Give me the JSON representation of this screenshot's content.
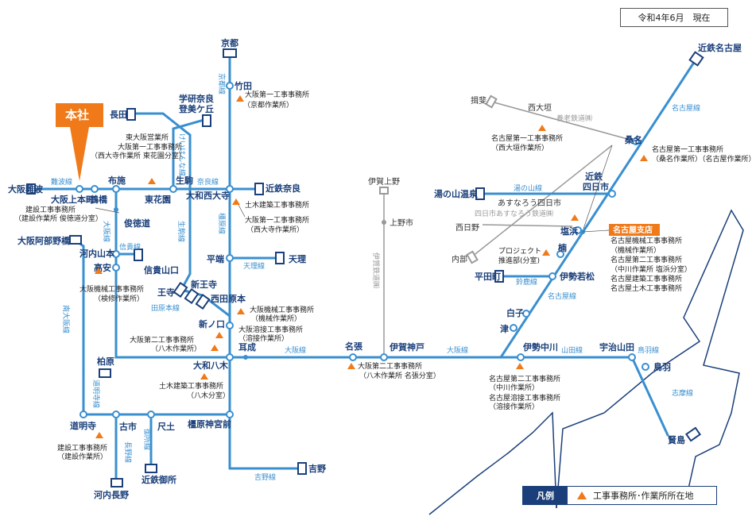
{
  "date": "令和4年6月　現在",
  "headquarters": "本社",
  "nagoya_branch": "名古屋支店",
  "legend": {
    "title": "凡例",
    "label": "工事事務所･作業所所在地"
  },
  "colors": {
    "rail": "#3a8fd0",
    "station": "#1a3f7a",
    "office": "#f07a1a",
    "other": "#999999",
    "coast": "#1a3f7a"
  },
  "stations": {
    "kyoto": "京都",
    "takeda": "竹田",
    "gakken": "学研奈良",
    "tomigaoka": "登美ケ丘",
    "nagata": "長田",
    "osaka_namba": "大阪難波",
    "osaka_uehommachi": "大阪上本町",
    "tsuruhashi": "鶴橋",
    "fuse": "布施",
    "higashihanazono": "東花園",
    "ikoma": "生駒",
    "yamato_saidaiji": "大和西大寺",
    "kintetsu_nara": "近鉄奈良",
    "shuntokumichi": "俊徳道",
    "abenobashi": "大阪阿部野橋",
    "kawachi_yamamoto": "河内山本",
    "takayasu": "高安",
    "shigisanguchi": "信貴山口",
    "hirahata": "平端",
    "tenri": "天理",
    "shin_oji": "新王寺",
    "oji": "王寺",
    "nishitawaramoto": "西田原本",
    "shin_noguchi": "新ノ口",
    "yamato_yagi": "大和八木",
    "miminashi": "耳成",
    "nabari": "名張",
    "iga_kambe": "伊賀神戸",
    "iga_ueno": "伊賀上野",
    "uenoshi": "上野市",
    "ise_nakagawa": "伊勢中川",
    "ujiyamada": "宇治山田",
    "toba": "鳥羽",
    "kashikojima": "賢島",
    "kashiwara": "柏原",
    "domyoji": "道明寺",
    "furuichi": "古市",
    "shakudo": "尺土",
    "kintetsu_gose": "近鉄御所",
    "kawachi_nagano": "河内長野",
    "kashihara_jingumae": "橿原神宮前",
    "yoshino": "吉野",
    "kintetsu_nagoya": "近鉄名古屋",
    "kuwana": "桑名",
    "ibi": "揖斐",
    "ogaki": "西大垣",
    "kintetsu_yokkaichi": "近鉄",
    "kintetsu_yokkaichi2": "四日市",
    "yunoyama": "湯の山温泉",
    "yokkaichi_asunarou": "あすなろう四日市",
    "nishihino": "西日野",
    "utsube": "内部",
    "shiohama": "塩浜",
    "kusu": "楠",
    "hiratacho": "平田町",
    "ise_wakamatsu": "伊勢若松",
    "shiroko": "白子",
    "tsu": "津"
  },
  "lines": {
    "kyoto_line": "京都線",
    "keihanna": "けいはんな線",
    "nara_line": "奈良線",
    "namba_line": "難波線",
    "kashihara_line": "橿原線",
    "tenri_line": "天理線",
    "ikoma_line": "生駒線",
    "osaka_line_west": "大阪線",
    "shigi_line": "信貴線",
    "tawaramoto_line": "田原本線",
    "osaka_line_mid": "大阪線",
    "osaka_line_east": "大阪線",
    "minami_osaka": "南大阪線",
    "domyoji_line": "道明寺線",
    "nagano_line": "長野線",
    "gose_line": "御所線",
    "yoshino_line": "吉野線",
    "iga_railway": "伊賀鉄道㈱",
    "yamada_line": "山田線",
    "toba_line": "鳥羽線",
    "shima_line": "志摩線",
    "nagoya_line_n": "名古屋線",
    "nagoya_line_s": "名古屋線",
    "yoro_railway": "養老鉄道㈱",
    "yunoyama_line": "湯の山線",
    "asunarou_line": "四日市あすなろう鉄道㈱",
    "suzuka_line": "鈴鹿線"
  },
  "offices": {
    "kyoto": [
      "大阪第一工事事務所",
      "（京都作業所）"
    ],
    "higashi_osaka": [
      "東大阪営業所",
      "大阪第一工事事務所",
      "（西大寺作業所 東花園分室）"
    ],
    "saidaiji_doboku": [
      "土木建築工事事務所"
    ],
    "saidaiji": [
      "大阪第一工事事務所",
      "（西大寺作業所）"
    ],
    "tsuruhashi": [
      "建設工事事務所",
      "（建設作業所 俊徳道分室）"
    ],
    "takayasu": [
      "大阪機械工事事務所",
      "（検修作業所）"
    ],
    "shin_noguchi_kikai": [
      "大阪機械工事事務所",
      "（機械作業所）"
    ],
    "shin_noguchi_yosetsu": [
      "大阪溶接工事事務所",
      "（溶接作業所）"
    ],
    "yagi_2": [
      "大阪第二工事事務所",
      "（八木作業所）"
    ],
    "yagi_doboku": [
      "土木建築工事事務所",
      "（八木分室）"
    ],
    "nabari": [
      "大阪第二工事事務所",
      "（八木作業所 名張分室）"
    ],
    "domyoji": [
      "建設工事事務所",
      "（建設作業所）"
    ],
    "ogaki": [
      "名古屋第一工事事務所",
      "（西大垣作業所）"
    ],
    "kuwana": [
      "名古屋第一工事事務所",
      "（桑名作業所）（名古屋作業所）"
    ],
    "project": [
      "プロジェクト",
      "推進部(分室)"
    ],
    "nagoya_branch_list": [
      "名古屋機械工事事務所",
      "（機械作業所）",
      "名古屋第二工事事務所",
      "（中川作業所 塩浜分室）",
      "名古屋建築工事事務所",
      "名古屋土木工事事務所"
    ],
    "ise_nakagawa": [
      "名古屋第二工事事務所",
      "（中川作業所）",
      "名古屋溶接工事事務所",
      "（溶接作業所）"
    ]
  }
}
